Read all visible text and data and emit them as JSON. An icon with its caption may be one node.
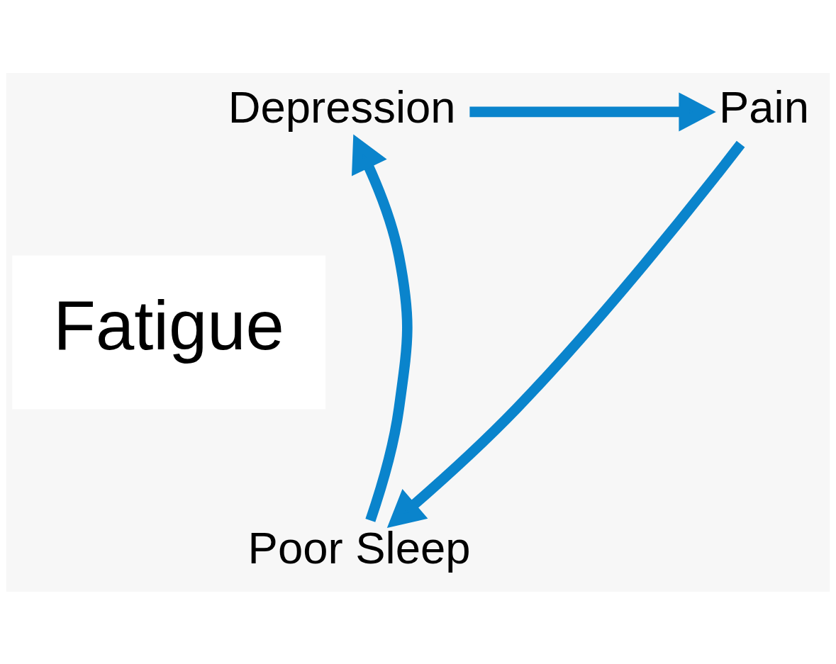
{
  "diagram": {
    "nodes": [
      {
        "text": [
          "Depression"
        ]
      },
      {
        "text": [
          "Pain"
        ]
      },
      {
        "text": [
          "Poor Sleep"
        ]
      },
      {
        "text": [
          "Fatigue"
        ]
      }
    ],
    "edges": [
      {
        "from": 0,
        "to": 1,
        "arrow": "to"
      },
      {
        "from": 1,
        "to": 2,
        "arrow": "to"
      },
      {
        "from": 2,
        "to": 0,
        "arrow": "to"
      }
    ]
  }
}
